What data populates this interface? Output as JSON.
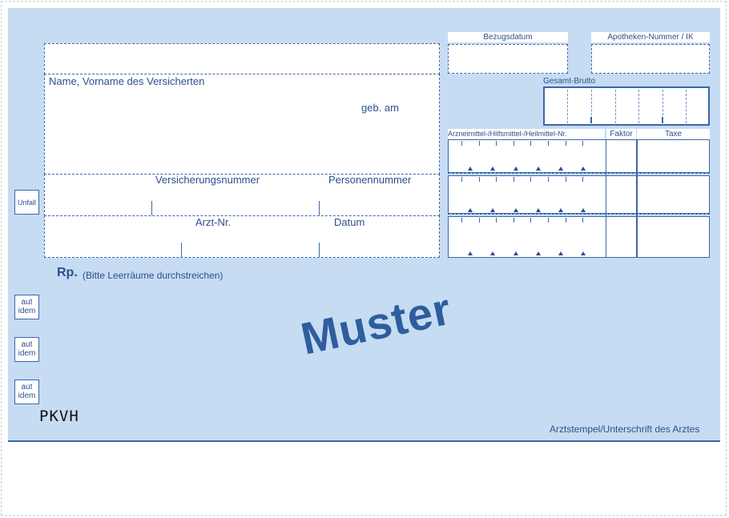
{
  "patient": {
    "name_label": "Name, Vorname des Versicherten",
    "dob_label": "geb. am",
    "insurance_number_label": "Versicherungsnummer",
    "person_number_label": "Personennummer",
    "doctor_number_label": "Arzt-Nr.",
    "date_label": "Datum"
  },
  "side": {
    "accident_label": "Unfall",
    "aut_idem_labels": [
      "aut idem",
      "aut idem",
      "aut idem"
    ]
  },
  "prescription": {
    "rp_label": "Rp.",
    "rp_note": "(Bitte Leerräume durchstreichen)"
  },
  "pharmacy": {
    "collection_date_label": "Bezugsdatum",
    "pharmacy_number_label": "Apotheken-Nummer / IK",
    "gross_total_label": "Gesamt-Brutto",
    "item_number_label": "Arzneimittel-/Hilfsmittel-/Heilmittel-Nr.",
    "factor_label": "Faktor",
    "fee_label": "Taxe"
  },
  "watermark": "Muster",
  "form_code": "PKVH",
  "signature_label": "Arztstempel/Unterschrift des Arztes",
  "colors": {
    "form_background": "#c5dcf3",
    "ink": "#2b4f8c",
    "line": "#3d66a8"
  }
}
